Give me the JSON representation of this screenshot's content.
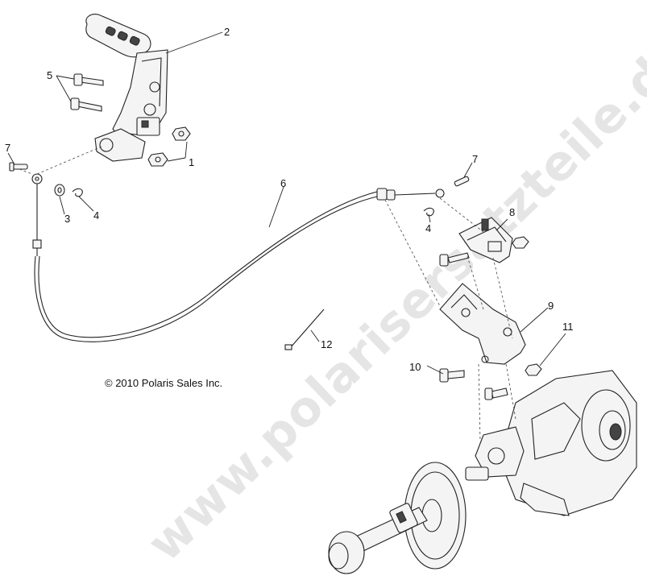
{
  "copyright": "© 2010 Polaris Sales Inc.",
  "watermark": "www.polarisersatzteile.de",
  "callouts": {
    "c1": "1",
    "c2": "2",
    "c3": "3",
    "c4a": "4",
    "c4b": "4",
    "c5": "5",
    "c6": "6",
    "c7a": "7",
    "c7b": "7",
    "c8": "8",
    "c9": "9",
    "c10": "10",
    "c11": "11",
    "c12": "12"
  }
}
